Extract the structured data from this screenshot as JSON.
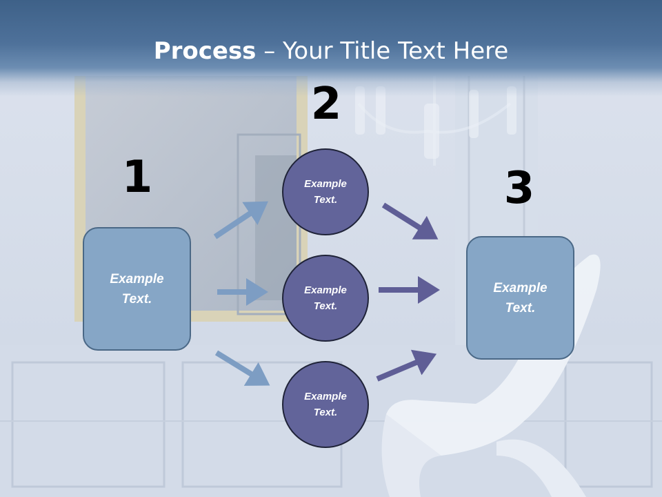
{
  "slide": {
    "title_bold": "Process",
    "title_rest": " – Your Title Text Here"
  },
  "steps": {
    "n1": "1",
    "n2": "2",
    "n3": "3"
  },
  "nodes": {
    "left_box": "Example\nText.",
    "circle_top": "Example\nText.",
    "circle_middle": "Example\nText.",
    "circle_bottom": "Example\nText.",
    "right_box": "Example\nText."
  },
  "colors": {
    "box_fill": "#86a6c6",
    "circle_fill": "#62649a",
    "arrow_left": "#7d9dc3",
    "arrow_right": "#5f5e96",
    "title_band": "#4e719a"
  }
}
